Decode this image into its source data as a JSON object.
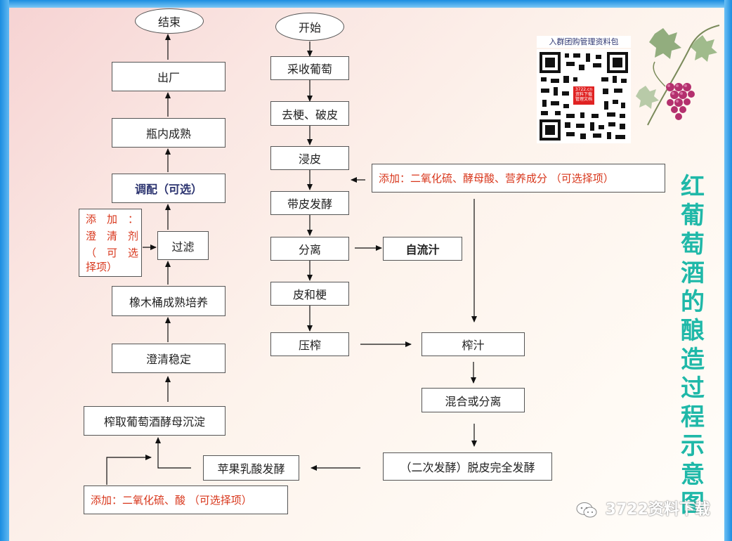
{
  "nodes": {
    "end": "结束",
    "start": "开始",
    "factory_out": "出厂",
    "bottle_aging": "瓶内成熟",
    "blending": "调配（可选）",
    "filtration": "过滤",
    "oak_aging": "橡木桶成熟培养",
    "clarify_stabilize": "澄清稳定",
    "rack_lees": "榨取葡萄酒酵母沉淀",
    "malolactic": "苹果乳酸发酵",
    "harvest": "采收葡萄",
    "destem_crush": "去梗、破皮",
    "maceration": "浸皮",
    "skin_fermentation": "带皮发酵",
    "separation": "分离",
    "free_run_juice": "自流汁",
    "skins_stems": "皮和梗",
    "press": "压榨",
    "press_juice": "榨汁",
    "mix_or_separate": "混合或分离",
    "second_fermentation": "（二次发酵）脱皮完全发酵"
  },
  "notes": {
    "maceration_additives": "添加：二氧化硫、酵母酸、营养成分 （可选择项）",
    "clarifier_lines": [
      "添　加　：",
      "澄　清　剂",
      "（　可　选",
      "择项）"
    ],
    "malolactic_additives": "添加：二氧化硫、酸 （可选择项）"
  },
  "qr": {
    "caption": "入群团购管理资料包",
    "center_lines": [
      "3722.cn",
      "资料下载",
      "管理文档"
    ]
  },
  "title": "红葡萄酒的酿造过程示意图",
  "watermark": "3722资料下载"
}
